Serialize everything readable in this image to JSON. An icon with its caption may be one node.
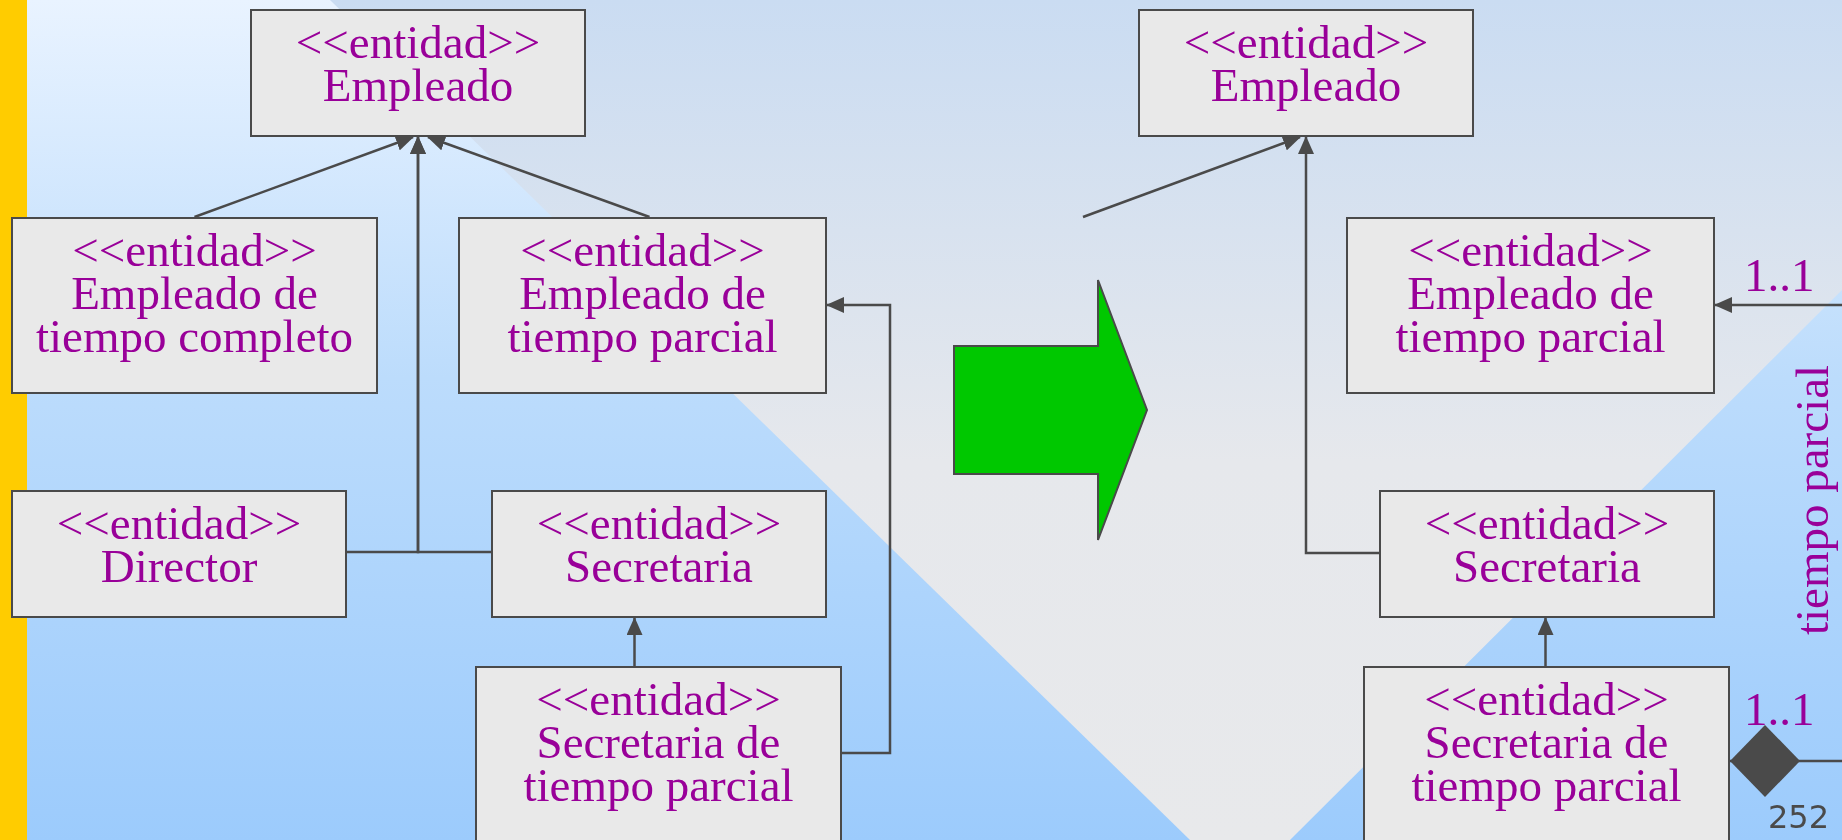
{
  "diagram": {
    "nodes": [
      {
        "text": [
          "<<entidad>>",
          "Empleado"
        ]
      },
      {
        "text": [
          "<<entidad>>",
          "Empleado de tiempo completo"
        ]
      },
      {
        "text": [
          "<<entidad>>",
          "Empleado de tiempo parcial"
        ]
      },
      {
        "text": [
          "<<entidad>>",
          "Director"
        ]
      },
      {
        "text": [
          "<<entidad>>",
          "Secretaria"
        ]
      },
      {
        "text": [
          "<<entidad>>",
          "Secretaria de tiempo parcial"
        ]
      },
      {
        "text": [
          "<<entidad>>",
          "Empleado"
        ]
      },
      {
        "text": [
          "<<entidad>>",
          "Empleado de tiempo parcial"
        ]
      },
      {
        "text": [
          "<<entidad>>",
          "Secretaria"
        ]
      },
      {
        "text": [
          "<<entidad>>",
          "Secretaria de tiempo parcial"
        ]
      }
    ],
    "edges": [
      {
        "from": 1,
        "to": 0,
        "arrow": "to"
      },
      {
        "from": 2,
        "to": 0,
        "arrow": "to"
      },
      {
        "from": 3,
        "to": 0,
        "arrow": "to"
      },
      {
        "from": 4,
        "to": 0,
        "arrow": "to"
      },
      {
        "from": 5,
        "to": 4,
        "arrow": "to"
      },
      {
        "from": 5,
        "to": 2,
        "arrow": "to"
      },
      {
        "from": null,
        "to": 6,
        "arrow": "to"
      },
      {
        "from": 8,
        "to": 6,
        "arrow": "to"
      },
      {
        "from": 9,
        "to": 8,
        "arrow": "to"
      },
      {
        "from": null,
        "to": 7,
        "arrow": "to",
        "label": "1..1"
      },
      {
        "from": 9,
        "to": null,
        "arrow": "other",
        "label": "1..1"
      }
    ],
    "labels": [
      "tiempo parcial",
      "252"
    ]
  }
}
